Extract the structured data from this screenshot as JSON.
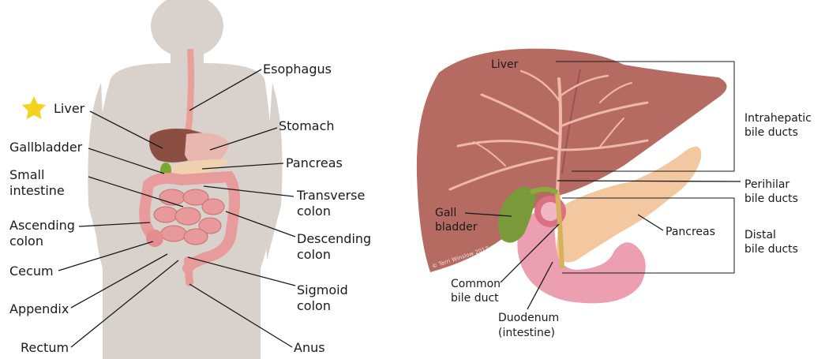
{
  "left_panel": {
    "labels": {
      "esophagus": "Esophagus",
      "liver": "Liver",
      "stomach": "Stomach",
      "gallbladder": "Gallbladder",
      "pancreas": "Pancreas",
      "small_intestine_1": "Small",
      "small_intestine_2": "intestine",
      "transverse_colon_1": "Transverse",
      "transverse_colon_2": "colon",
      "ascending_colon_1": "Ascending",
      "ascending_colon_2": "colon",
      "descending_colon_1": "Descending",
      "descending_colon_2": "colon",
      "cecum": "Cecum",
      "sigmoid_colon_1": "Sigmoid",
      "sigmoid_colon_2": "colon",
      "appendix": "Appendix",
      "rectum": "Rectum",
      "anus": "Anus"
    },
    "highlight_icon": "star-icon"
  },
  "right_panel": {
    "labels": {
      "liver": "Liver",
      "intrahepatic_1": "Intrahepatic",
      "intrahepatic_2": "bile ducts",
      "perihilar_1": "Perihilar",
      "perihilar_2": "bile ducts",
      "gall_bladder_1": "Gall",
      "gall_bladder_2": "bladder",
      "pancreas": "Pancreas",
      "distal_1": "Distal",
      "distal_2": "bile ducts",
      "common_bile_duct_1": "Common",
      "common_bile_duct_2": "bile duct",
      "duodenum_1": "Duodenum",
      "duodenum_2": "(intestine)",
      "watermark": "© Terri Winslow 2017"
    }
  },
  "colors": {
    "body_silhouette": "#d9d1cc",
    "star": "#f5d21d",
    "liver": "#b56a62",
    "pancreas": "#f3c8a0",
    "intestine": "#e8a2a4",
    "gallbladder": "#7a9a3a",
    "duct": "#f0b8a8"
  }
}
